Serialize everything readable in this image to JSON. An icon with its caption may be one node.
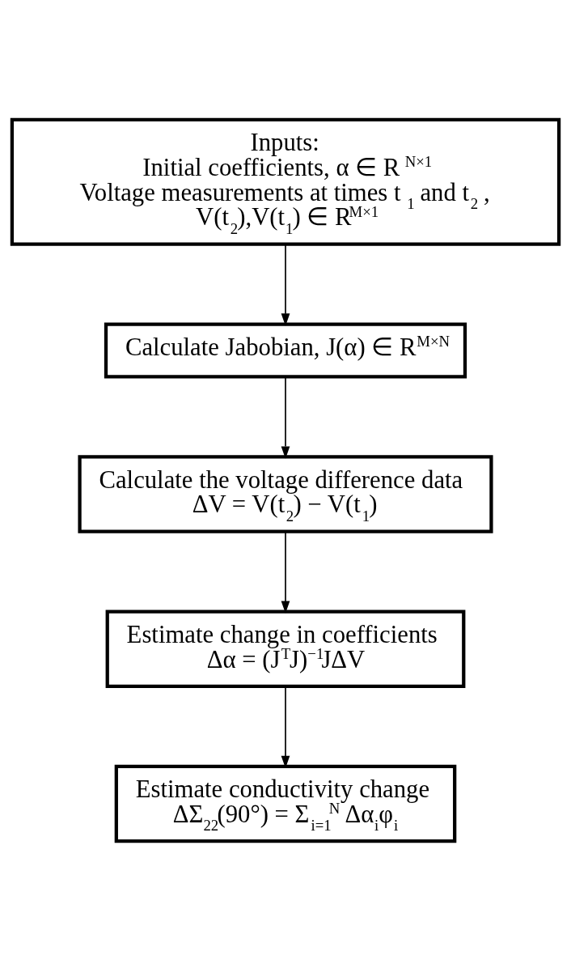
{
  "diagram": {
    "nodes": [
      {
        "text": [
          "Inputs:",
          "Initial coefficients, α ∈ R$^{N×1}$",
          "Voltage measurements at times t$_{1}$ and t$_{2}$ ,",
          "V(t$_{2}$),V(t$_{1}$) ∈ R$^{M×1}$"
        ]
      },
      {
        "text": [
          "Calculate Jabobian, J(α) ∈ R$^{M×N}$"
        ]
      },
      {
        "text": [
          "Calculate the voltage difference data",
          "ΔV = V(t$_{2}$) − V(t$_{1}$)"
        ]
      },
      {
        "text": [
          "Estimate change in coefficients",
          "Δα = (J$^{T}$J)$^{−1}$JΔV"
        ]
      },
      {
        "text": [
          "Estimate conductivity change",
          "ΔΣ$_{22}$(90°) = Σ$_{i=1}$$^{N}$ Δα$_{i}$φ$_{i}$"
        ]
      }
    ],
    "edges": [
      {
        "from": 0,
        "to": 1,
        "arrow": "to"
      },
      {
        "from": 1,
        "to": 2,
        "arrow": "to"
      },
      {
        "from": 2,
        "to": 3,
        "arrow": "to"
      },
      {
        "from": 3,
        "to": 4,
        "arrow": "to"
      }
    ]
  }
}
